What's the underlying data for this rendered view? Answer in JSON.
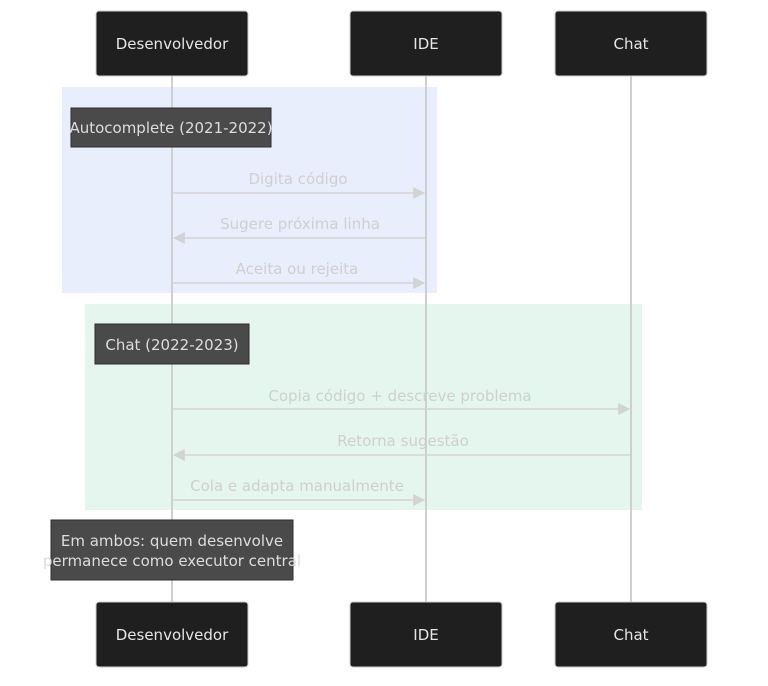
{
  "actors": {
    "dev": "Desenvolvedor",
    "ide": "IDE",
    "chat": "Chat"
  },
  "colors": {
    "group1_bg": "#e8eefb",
    "group2_bg": "#e5f6ef",
    "actor_bg": "#1f1f1f"
  },
  "groups": [
    {
      "label": "Autocomplete (2021-2022)",
      "messages": [
        {
          "text": "Digita código",
          "from": "dev",
          "to": "ide"
        },
        {
          "text": "Sugere próxima linha",
          "from": "ide",
          "to": "dev"
        },
        {
          "text": "Aceita ou rejeita",
          "from": "dev",
          "to": "ide"
        }
      ]
    },
    {
      "label": "Chat (2022-2023)",
      "messages": [
        {
          "text": "Copia código + descreve problema",
          "from": "dev",
          "to": "chat"
        },
        {
          "text": "Retorna sugestão",
          "from": "chat",
          "to": "dev"
        },
        {
          "text": "Cola e adapta manualmente",
          "from": "dev",
          "to": "ide"
        }
      ]
    }
  ],
  "note": {
    "line1": "Em ambos: quem desenvolve",
    "line2": "permanece como executor central"
  }
}
